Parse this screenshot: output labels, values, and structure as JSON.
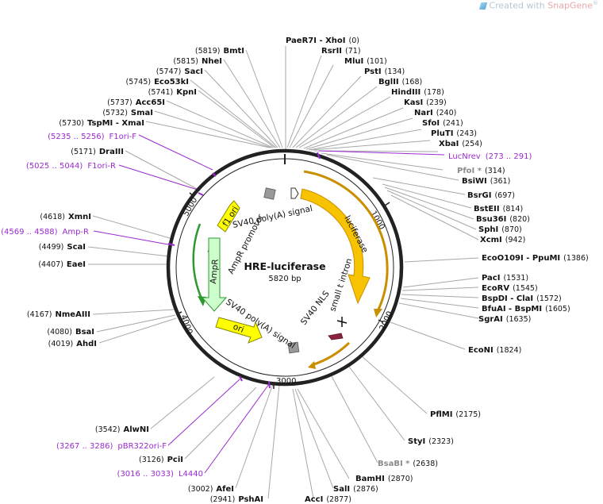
{
  "watermark": {
    "prefix": "Created with ",
    "brand": "SnapGene",
    "reg": "®"
  },
  "plasmid": {
    "name": "HRE-luciferase",
    "size": "5820 bp"
  },
  "ticks": [
    "1000",
    "2000",
    "3000",
    "4000",
    "5000"
  ],
  "features": {
    "luciferase": "luciferase",
    "small_t_intron": "small t intron",
    "sv40_nls": "SV40 NLS",
    "sv40_polya_top": "SV40 poly(A) signal",
    "sv40_polya_bottom": "SV40 poly(A) signal",
    "f1_ori": "f1 ori",
    "ampr_promoter": "AmpR promoter",
    "ampr": "AmpR",
    "ori": "ori"
  },
  "sites": {
    "PaeR7I_XhoI": {
      "name": "PaeR7I - XhoI",
      "pos": "(0)"
    },
    "RsrII": {
      "name": "RsrII",
      "pos": "(71)"
    },
    "MluI": {
      "name": "MluI",
      "pos": "(101)"
    },
    "PstI": {
      "name": "PstI",
      "pos": "(134)"
    },
    "BglII": {
      "name": "BglII",
      "pos": "(168)"
    },
    "HindIII": {
      "name": "HindIII",
      "pos": "(178)"
    },
    "KasI": {
      "name": "KasI",
      "pos": "(239)"
    },
    "NarI": {
      "name": "NarI",
      "pos": "(240)"
    },
    "SfoI": {
      "name": "SfoI",
      "pos": "(241)"
    },
    "PluTI": {
      "name": "PluTI",
      "pos": "(243)"
    },
    "XbaI": {
      "name": "XbaI",
      "pos": "(254)"
    },
    "LucNrev": {
      "name": "LucNrev",
      "pos": "(273 .. 291)"
    },
    "PfoI": {
      "name": "PfoI *",
      "pos": "(314)"
    },
    "BsiWI": {
      "name": "BsiWI",
      "pos": "(361)"
    },
    "BsrGI": {
      "name": "BsrGI",
      "pos": "(697)"
    },
    "BstEII": {
      "name": "BstEII",
      "pos": "(814)"
    },
    "Bsu36I": {
      "name": "Bsu36I",
      "pos": "(820)"
    },
    "SphI": {
      "name": "SphI",
      "pos": "(870)"
    },
    "XcmI": {
      "name": "XcmI",
      "pos": "(942)"
    },
    "EcoO109I_PpuMI": {
      "name": "EcoO109I - PpuMI",
      "pos": "(1386)"
    },
    "PacI": {
      "name": "PacI",
      "pos": "(1531)"
    },
    "EcoRV": {
      "name": "EcoRV",
      "pos": "(1545)"
    },
    "BspDI_ClaI": {
      "name": "BspDI - ClaI",
      "pos": "(1572)"
    },
    "BfuAI_BspMI": {
      "name": "BfuAI - BspMI",
      "pos": "(1605)"
    },
    "SgrAI": {
      "name": "SgrAI",
      "pos": "(1635)"
    },
    "EcoNI": {
      "name": "EcoNI",
      "pos": "(1824)"
    },
    "PflMI": {
      "name": "PflMI",
      "pos": "(2175)"
    },
    "StyI": {
      "name": "StyI",
      "pos": "(2323)"
    },
    "BsaBI": {
      "name": "BsaBI *",
      "pos": "(2638)"
    },
    "BamHI": {
      "name": "BamHI",
      "pos": "(2870)"
    },
    "SalI": {
      "name": "SalI",
      "pos": "(2876)"
    },
    "AccI": {
      "name": "AccI",
      "pos": "(2877)"
    },
    "PshAI": {
      "name": "PshAI",
      "pos": "(2941)"
    },
    "AfeI": {
      "name": "AfeI",
      "pos": "(3002)"
    },
    "L4440": {
      "name": "L4440",
      "pos": "(3016 .. 3033)"
    },
    "PciI": {
      "name": "PciI",
      "pos": "(3126)"
    },
    "pBR322ori_F": {
      "name": "pBR322ori-F",
      "pos": "(3267 .. 3286)"
    },
    "AlwNI": {
      "name": "AlwNI",
      "pos": "(3542)"
    },
    "AhdI": {
      "name": "AhdI",
      "pos": "(4019)"
    },
    "BsaI": {
      "name": "BsaI",
      "pos": "(4080)"
    },
    "NmeAIII": {
      "name": "NmeAIII",
      "pos": "(4167)"
    },
    "EaeI": {
      "name": "EaeI",
      "pos": "(4407)"
    },
    "ScaI": {
      "name": "ScaI",
      "pos": "(4499)"
    },
    "Amp_R": {
      "name": "Amp-R",
      "pos": "(4569 .. 4588)"
    },
    "XmnI": {
      "name": "XmnI",
      "pos": "(4618)"
    },
    "F1ori_R": {
      "name": "F1ori-R",
      "pos": "(5025 .. 5044)"
    },
    "DraIII": {
      "name": "DraIII",
      "pos": "(5171)"
    },
    "F1ori_F": {
      "name": "F1ori-F",
      "pos": "(5235 .. 5256)"
    },
    "TspMI_XmaI": {
      "name": "TspMI - XmaI",
      "pos": "(5730)"
    },
    "SmaI": {
      "name": "SmaI",
      "pos": "(5732)"
    },
    "Acc65I": {
      "name": "Acc65I",
      "pos": "(5737)"
    },
    "KpnI": {
      "name": "KpnI",
      "pos": "(5741)"
    },
    "Eco53kI": {
      "name": "Eco53kI",
      "pos": "(5745)"
    },
    "SacI": {
      "name": "SacI",
      "pos": "(5747)"
    },
    "NheI": {
      "name": "NheI",
      "pos": "(5815)"
    },
    "BmtI": {
      "name": "BmtI",
      "pos": "(5819)"
    }
  },
  "colors": {
    "backbone": "#222222",
    "luciferase": "#f7c300",
    "luciferase_outline": "#c98f00",
    "f1_ori": "#ffff00",
    "ampr": "#ccffcc",
    "ampr_arrow": "#2e9a2e",
    "primer": "#9a2bd0",
    "polyA": "#999999",
    "leader": "#a8a8a8"
  }
}
